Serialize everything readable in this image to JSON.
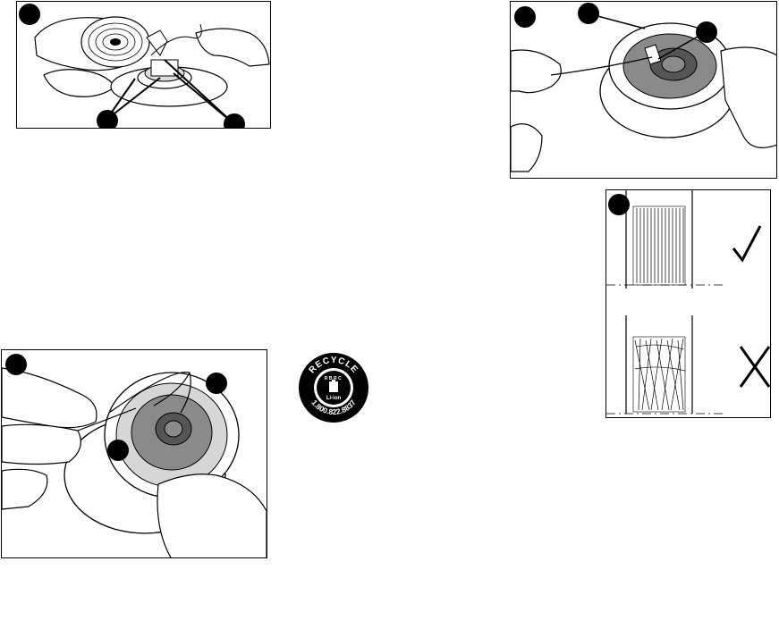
{
  "figures": {
    "fig1": {
      "callouts": 3
    },
    "fig2": {
      "callouts": 3
    },
    "fig3": {
      "callouts": 3
    },
    "fig4": {
      "correct_mark": "✓",
      "incorrect_mark": "✗"
    }
  },
  "recycle_seal": {
    "top_text": "RECYCLE",
    "brand_letters": "RBRC",
    "chemistry": "Li-ion",
    "phone": "1.800.822.8837"
  },
  "colors": {
    "ink": "#000000",
    "paper": "#ffffff",
    "spool_gray": "#8a8a8a",
    "spool_light": "#d6d6d6"
  }
}
